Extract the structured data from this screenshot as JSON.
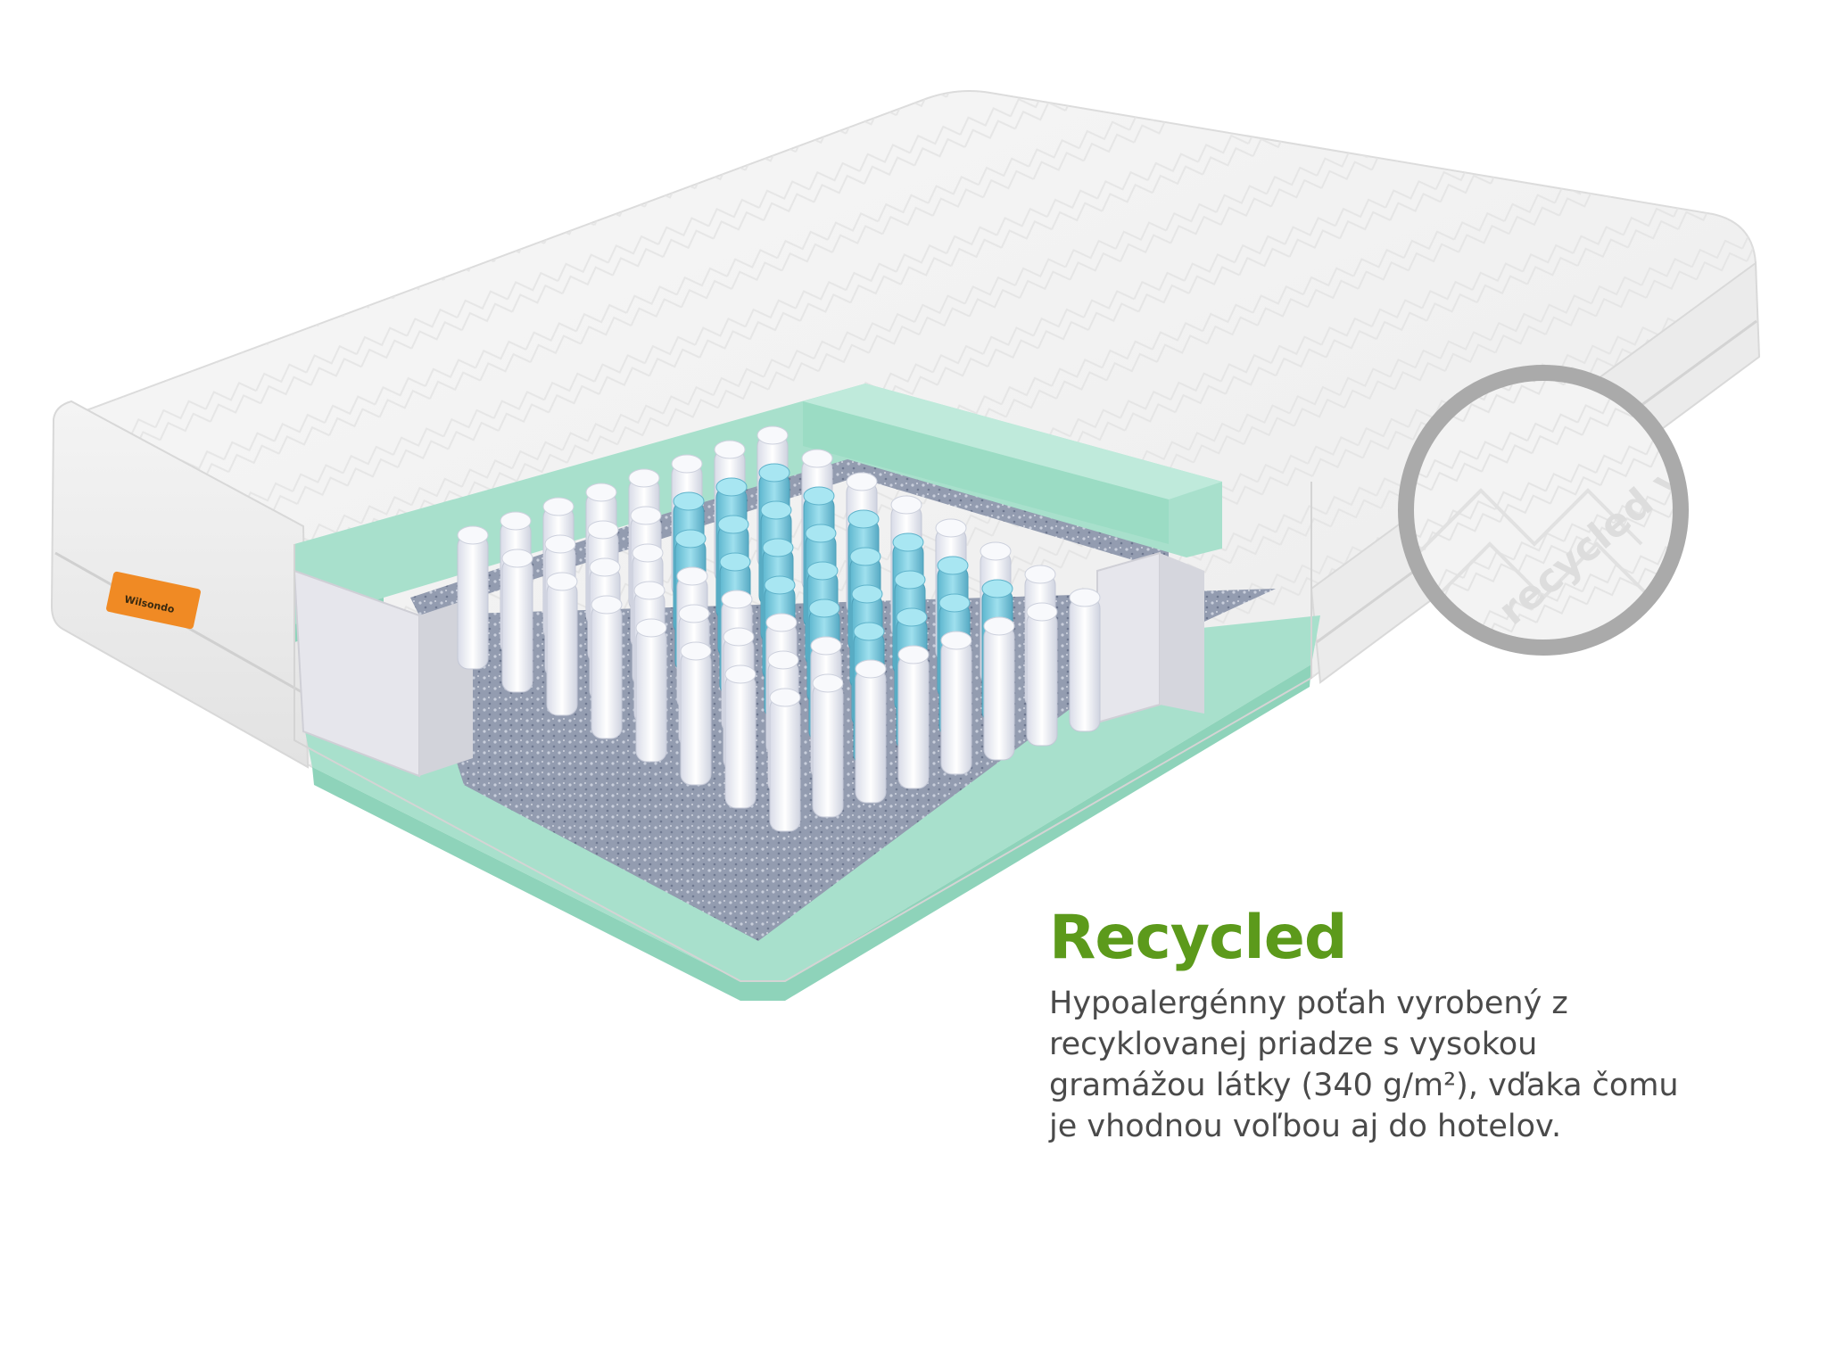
{
  "feature": {
    "headline": "Recycled",
    "description_lines": [
      "Hypoalergénny poťah vyrobený z",
      "recyklovanej priadze s vysokou",
      "gramážou látky (340 g/m²), vďaka čomu",
      "je vhodnou voľbou aj do hotelov."
    ]
  },
  "label": {
    "brand": "Wilsondo"
  },
  "detail": {
    "fabric_text": "recycled yarn"
  },
  "colors": {
    "headline": "#5c9a1b",
    "body_text": "#4a4a4a",
    "mint_foam": "#a8e0cc",
    "blue_spring": "#7fcfe3",
    "white_spring": "#eef0f6",
    "felt": "#8e97ab",
    "ring": "#aaaaaa",
    "label": "#f08a24"
  }
}
